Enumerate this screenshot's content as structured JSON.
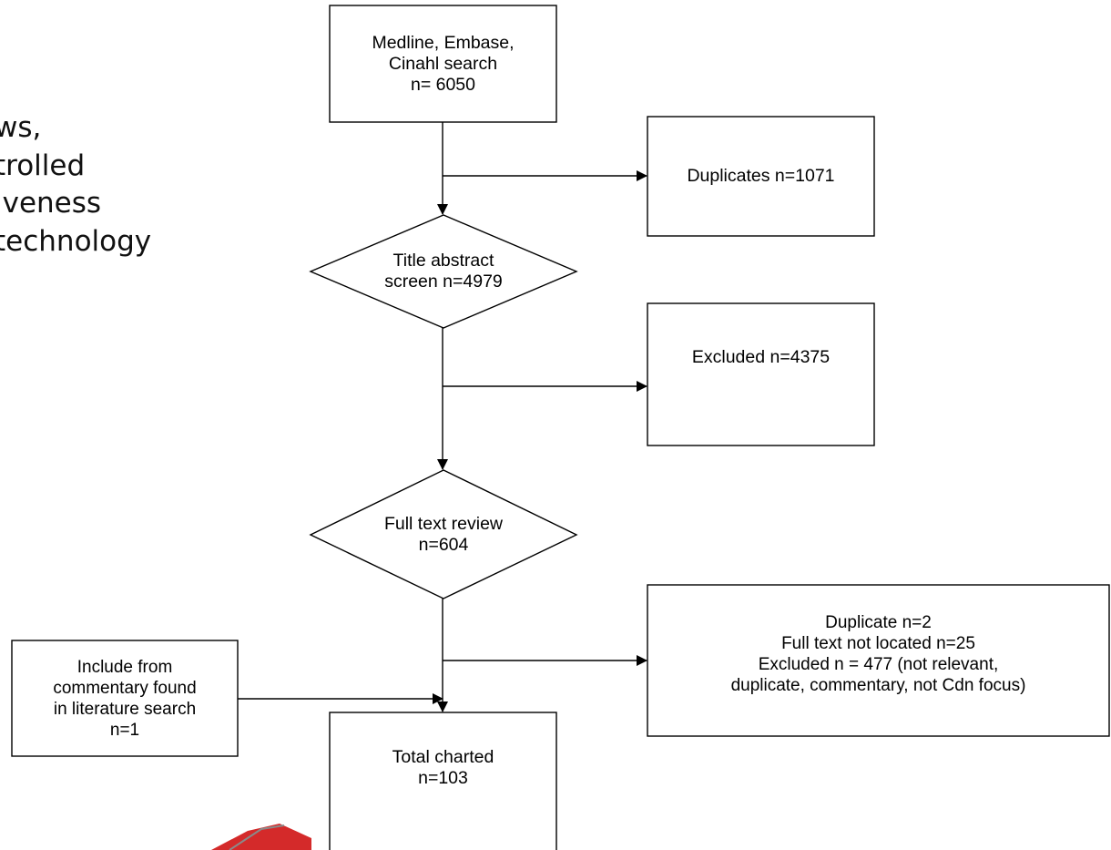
{
  "background_text": [
    "ws,",
    "trolled",
    "iveness",
    "technology"
  ],
  "nodes": {
    "search": "Medline, Embase,\nCinahl search\nn= 6050",
    "duplicates": "Duplicates n=1071",
    "title_screen": "Title abstract\nscreen n=4979",
    "excluded_1": "Excluded n=4375",
    "full_text": "Full text review\nn=604",
    "excluded_2": "Duplicate n=2\nFull text not located n=25\nExcluded n = 477 (not relevant,\nduplicate, commentary, not Cdn focus)",
    "commentary": "Include from\ncommentary found\nin literature search\nn=1",
    "total": "Total charted\nn=103"
  },
  "colors": {
    "stroke": "#000000",
    "logo": "#d42a2a"
  }
}
